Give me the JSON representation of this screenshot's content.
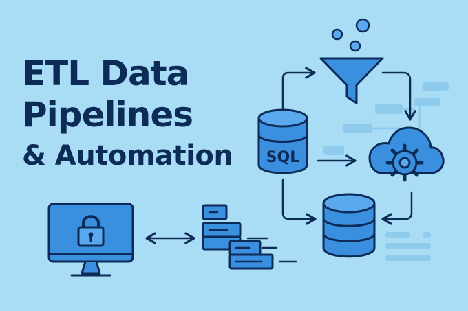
{
  "title": {
    "line1": "ETL Data",
    "line2": "Pipelines",
    "line3": "& Automation"
  },
  "database_label": "SQL",
  "colors": {
    "background": "#a9dcf5",
    "navy": "#0d2b57",
    "icon_fill": "#3b8fdf",
    "icon_fill_light": "#5aa8ee",
    "faint_shapes": "#8fcbed"
  },
  "icons": [
    "funnel-icon",
    "bubbles-icon",
    "sql-database-icon",
    "cloud-gear-icon",
    "database-icon",
    "locked-monitor-icon",
    "data-blocks-icon",
    "bidirectional-arrow-icon"
  ]
}
